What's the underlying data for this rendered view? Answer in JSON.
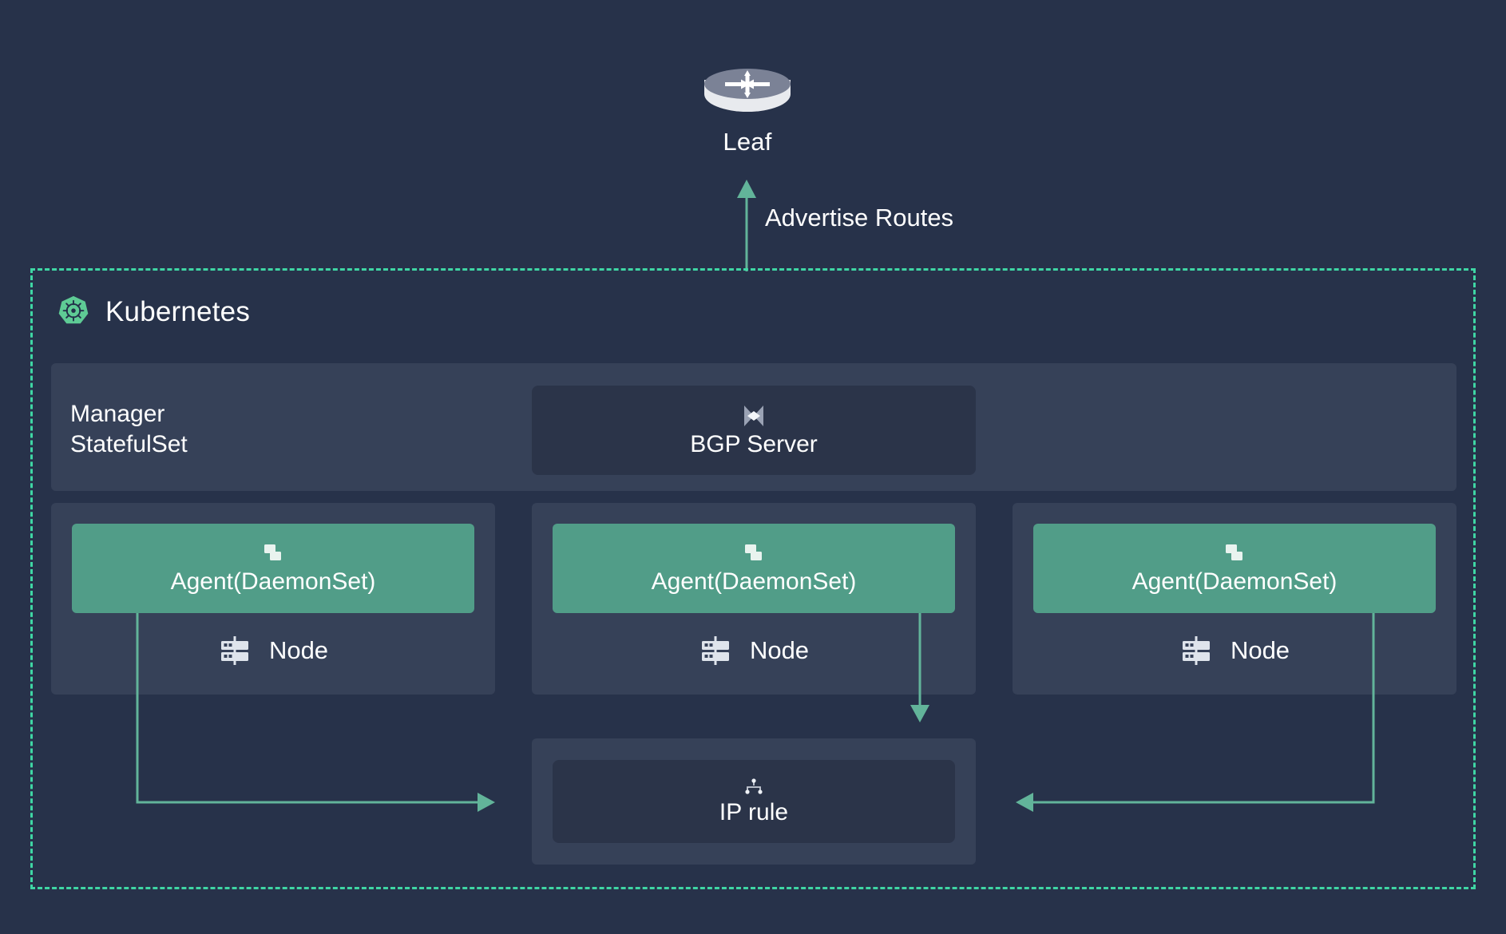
{
  "theme": {
    "page_background": "#27324a",
    "panel_background": "#364158",
    "inner_box_background": "#2b3449",
    "accent_green": "#519d88",
    "dashed_border": "#3fd6a4",
    "connector_line": "#62b49a",
    "text": "#ffffff",
    "icon_light": "#e8eaee",
    "icon_grey": "#7b8296"
  },
  "leaf": {
    "label": "Leaf",
    "icon": "router-icon"
  },
  "advertise": {
    "label": "Advertise Routes",
    "icon": "arrow-up-icon",
    "direction": "up"
  },
  "kubernetes": {
    "title": "Kubernetes",
    "icon": "kubernetes-helm-icon"
  },
  "manager": {
    "label": "Manager\nStatefulSet",
    "bgp": {
      "label": "BGP Server",
      "icon": "bgp-bowtie-icon"
    }
  },
  "nodes": [
    {
      "agent_label": "Agent(DaemonSet)",
      "agent_icon": "daemonset-squares-icon",
      "node_label": "Node",
      "node_icon": "server-rack-icon"
    },
    {
      "agent_label": "Agent(DaemonSet)",
      "agent_icon": "daemonset-squares-icon",
      "node_label": "Node",
      "node_icon": "server-rack-icon"
    },
    {
      "agent_label": "Agent(DaemonSet)",
      "agent_icon": "daemonset-squares-icon",
      "node_label": "Node",
      "node_icon": "server-rack-icon"
    }
  ],
  "iprule": {
    "label": "IP rule",
    "icon": "hierarchy-tree-icon"
  },
  "connections": [
    {
      "from": "agent-1",
      "to": "ip-rule",
      "direction": "right"
    },
    {
      "from": "agent-2",
      "to": "ip-rule",
      "direction": "down"
    },
    {
      "from": "agent-3",
      "to": "ip-rule",
      "direction": "left"
    },
    {
      "from": "bgp-server",
      "to": "leaf",
      "direction": "up",
      "label": "Advertise Routes"
    }
  ]
}
